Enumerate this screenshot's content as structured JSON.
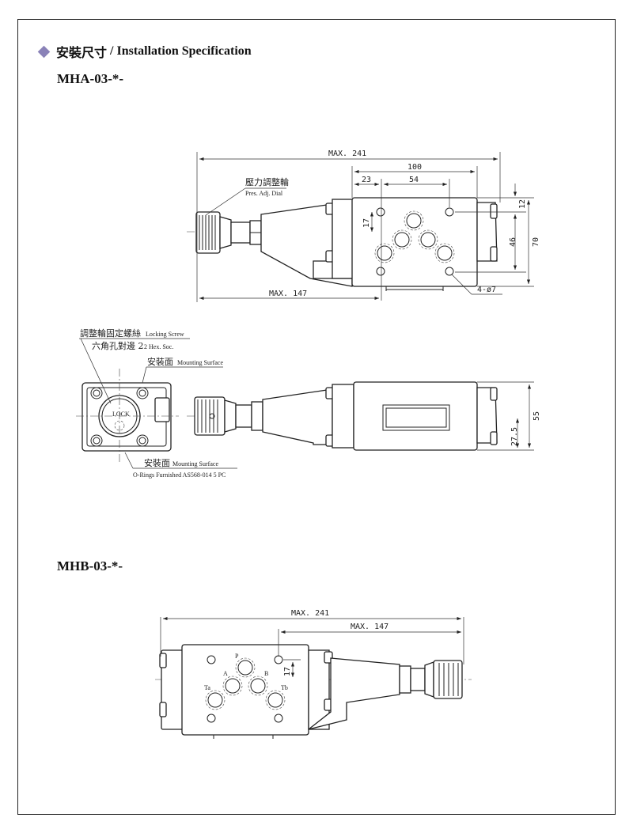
{
  "header": {
    "title_cn": "安裝尺寸",
    "separator": "/",
    "title_en": "Installation Specification"
  },
  "models": [
    {
      "name": "MHA-03-*-",
      "dims": {
        "max_total": "MAX. 241",
        "width": "100",
        "offset": "23",
        "pitch": "54",
        "offset_v": "17",
        "top": "12",
        "mid": "46",
        "height": "70",
        "max_partial": "MAX. 147",
        "holes": "4-ø7",
        "side_height": "55",
        "side_half": "27.5"
      },
      "labels": {
        "dial_cn": "壓力調整輪",
        "dial_en": "Pres. Adj. Dial",
        "lock_cn": "調整輪固定螺絲",
        "lock_en": "Locking Screw",
        "hex_cn": "六角孔對邊 2",
        "hex_en": "2 Hex. Soc.",
        "mount_cn": "安裝面",
        "mount_en": "Mounting Surface",
        "mount2_cn": "安裝面",
        "mount2_en": "Mounting Surface",
        "orings": "O-Rings  Furnished  AS568-014  5 PC",
        "lock_mark": "LOCK"
      }
    },
    {
      "name": "MHB-03-*-",
      "dims": {
        "max_total": "MAX. 241",
        "max_partial": "MAX. 147",
        "offset_v": "17"
      },
      "ports": {
        "p": "P",
        "a": "A",
        "b": "B",
        "ta": "Ta",
        "tb": "Tb"
      }
    }
  ]
}
